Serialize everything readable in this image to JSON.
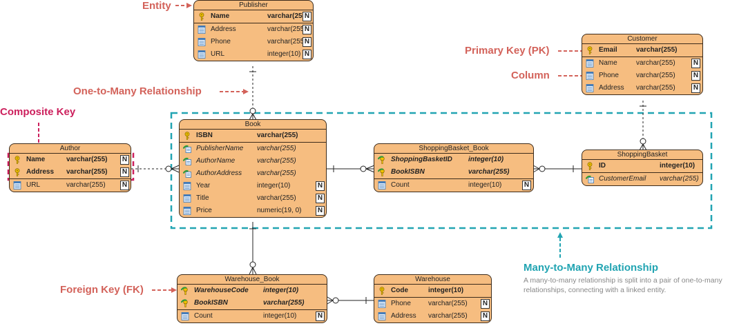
{
  "labels": {
    "entity": "Entity",
    "one_to_many": "One-to-Many Relationship",
    "composite_key": "Composite Key",
    "primary_key": "Primary Key (PK)",
    "column": "Column",
    "foreign_key": "Foreign Key (FK)",
    "many_to_many": "Many-to-Many Relationship",
    "many_to_many_desc": "A many-to-many relationship is split into a pair of one-to-many relationships, connecting with a linked entity."
  },
  "colors": {
    "entity_fill": "#f6bd80",
    "annotation_red": "#d3625a",
    "composite_magenta": "#cc1f5c",
    "many_to_many_teal": "#21a4b2"
  },
  "entities": {
    "publisher": {
      "name": "Publisher",
      "columns": [
        {
          "name": "Name",
          "type": "varchar(255)",
          "key": "pk",
          "nullable": "N"
        },
        {
          "name": "Address",
          "type": "varchar(255)",
          "key": "",
          "nullable": "N"
        },
        {
          "name": "Phone",
          "type": "varchar(255)",
          "key": "",
          "nullable": "N"
        },
        {
          "name": "URL",
          "type": "integer(10)",
          "key": "",
          "nullable": "N"
        }
      ]
    },
    "customer": {
      "name": "Customer",
      "columns": [
        {
          "name": "Email",
          "type": "varchar(255)",
          "key": "pk",
          "nullable": ""
        },
        {
          "name": "Name",
          "type": "varchar(255)",
          "key": "",
          "nullable": "N"
        },
        {
          "name": "Phone",
          "type": "varchar(255)",
          "key": "",
          "nullable": "N"
        },
        {
          "name": "Address",
          "type": "varchar(255)",
          "key": "",
          "nullable": "N"
        }
      ]
    },
    "book": {
      "name": "Book",
      "columns": [
        {
          "name": "ISBN",
          "type": "varchar(255)",
          "key": "pk",
          "nullable": ""
        },
        {
          "name": "PublisherName",
          "type": "varchar(255)",
          "key": "fk",
          "nullable": ""
        },
        {
          "name": "AuthorName",
          "type": "varchar(255)",
          "key": "fk",
          "nullable": ""
        },
        {
          "name": "AuthorAddress",
          "type": "varchar(255)",
          "key": "fk",
          "nullable": ""
        },
        {
          "name": "Year",
          "type": "integer(10)",
          "key": "",
          "nullable": "N"
        },
        {
          "name": "Title",
          "type": "varchar(255)",
          "key": "",
          "nullable": "N"
        },
        {
          "name": "Price",
          "type": "numeric(19, 0)",
          "key": "",
          "nullable": "N"
        }
      ]
    },
    "author": {
      "name": "Author",
      "columns": [
        {
          "name": "Name",
          "type": "varchar(255)",
          "key": "pk",
          "nullable": "N"
        },
        {
          "name": "Address",
          "type": "varchar(255)",
          "key": "pk",
          "nullable": "N"
        },
        {
          "name": "URL",
          "type": "varchar(255)",
          "key": "",
          "nullable": "N"
        }
      ]
    },
    "shopping_basket_book": {
      "name": "ShoppingBasket_Book",
      "columns": [
        {
          "name": "ShoppingBasketID",
          "type": "integer(10)",
          "key": "pfk",
          "nullable": ""
        },
        {
          "name": "BookISBN",
          "type": "varchar(255)",
          "key": "pfk",
          "nullable": ""
        },
        {
          "name": "Count",
          "type": "integer(10)",
          "key": "",
          "nullable": "N"
        }
      ]
    },
    "shopping_basket": {
      "name": "ShoppingBasket",
      "columns": [
        {
          "name": "ID",
          "type": "integer(10)",
          "key": "pk",
          "nullable": ""
        },
        {
          "name": "CustomerEmail",
          "type": "varchar(255)",
          "key": "fk",
          "nullable": ""
        }
      ]
    },
    "warehouse_book": {
      "name": "Warehouse_Book",
      "columns": [
        {
          "name": "WarehouseCode",
          "type": "integer(10)",
          "key": "pfk",
          "nullable": ""
        },
        {
          "name": "BookISBN",
          "type": "varchar(255)",
          "key": "pfk",
          "nullable": ""
        },
        {
          "name": "Count",
          "type": "integer(10)",
          "key": "",
          "nullable": "N"
        }
      ]
    },
    "warehouse": {
      "name": "Warehouse",
      "columns": [
        {
          "name": "Code",
          "type": "integer(10)",
          "key": "pk",
          "nullable": ""
        },
        {
          "name": "Phone",
          "type": "varchar(255)",
          "key": "",
          "nullable": "N"
        },
        {
          "name": "Address",
          "type": "varchar(255)",
          "key": "",
          "nullable": "N"
        }
      ]
    }
  }
}
